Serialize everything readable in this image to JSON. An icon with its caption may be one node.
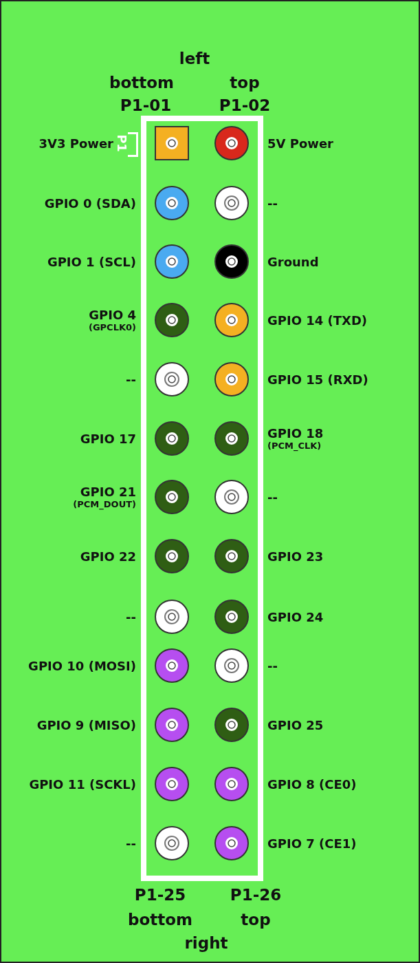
{
  "diagram": {
    "nodes": [
      {
        "text": [],
        "shape": "box",
        "beside": [
          "P1"
        ]
      },
      {
        "text": [],
        "shape": "box",
        "in": 0,
        "beside": [
          "3V3 Power"
        ]
      },
      {
        "text": [],
        "shape": "circle",
        "in": 0,
        "beside": [
          "5V Power"
        ]
      },
      {
        "text": [],
        "shape": "circle",
        "in": 0,
        "beside": [
          "GPIO 0 (SDA)"
        ]
      },
      {
        "text": [],
        "shape": "circle",
        "in": 0,
        "beside": [
          "--"
        ]
      },
      {
        "text": [],
        "shape": "circle",
        "in": 0,
        "beside": [
          "GPIO 1 (SCL)"
        ]
      },
      {
        "text": [],
        "shape": "circle",
        "in": 0,
        "beside": [
          "Ground"
        ]
      },
      {
        "text": [],
        "shape": "circle",
        "in": 0,
        "beside": [
          "GPIO 4",
          "(GPCLK0)"
        ]
      },
      {
        "text": [],
        "shape": "circle",
        "in": 0,
        "beside": [
          "GPIO 14 (TXD)"
        ]
      },
      {
        "text": [],
        "shape": "circle",
        "in": 0,
        "beside": [
          "--"
        ]
      },
      {
        "text": [],
        "shape": "circle",
        "in": 0,
        "beside": [
          "GPIO 15 (RXD)"
        ]
      },
      {
        "text": [],
        "shape": "circle",
        "in": 0,
        "beside": [
          "GPIO 17"
        ]
      },
      {
        "text": [],
        "shape": "circle",
        "in": 0,
        "beside": [
          "GPIO 18",
          "(PCM_CLK)"
        ]
      },
      {
        "text": [],
        "shape": "circle",
        "in": 0,
        "beside": [
          "GPIO 21",
          "(PCM_DOUT)"
        ]
      },
      {
        "text": [],
        "shape": "circle",
        "in": 0,
        "beside": [
          "--"
        ]
      },
      {
        "text": [],
        "shape": "circle",
        "in": 0,
        "beside": [
          "GPIO 22"
        ]
      },
      {
        "text": [],
        "shape": "circle",
        "in": 0,
        "beside": [
          "GPIO 23"
        ]
      },
      {
        "text": [],
        "shape": "circle",
        "in": 0,
        "beside": [
          "--"
        ]
      },
      {
        "text": [],
        "shape": "circle",
        "in": 0,
        "beside": [
          "GPIO 24"
        ]
      },
      {
        "text": [],
        "shape": "circle",
        "in": 0,
        "beside": [
          "GPIO 10 (MOSI)"
        ]
      },
      {
        "text": [],
        "shape": "circle",
        "in": 0,
        "beside": [
          "--"
        ]
      },
      {
        "text": [],
        "shape": "circle",
        "in": 0,
        "beside": [
          "GPIO 9 (MISO)"
        ]
      },
      {
        "text": [],
        "shape": "circle",
        "in": 0,
        "beside": [
          "GPIO 25"
        ]
      },
      {
        "text": [],
        "shape": "circle",
        "in": 0,
        "beside": [
          "GPIO 11 (SCKL)"
        ]
      },
      {
        "text": [],
        "shape": "circle",
        "in": 0,
        "beside": [
          "GPIO 8 (CE0)"
        ]
      },
      {
        "text": [],
        "shape": "circle",
        "in": 0,
        "beside": [
          "--"
        ]
      },
      {
        "text": [],
        "shape": "circle",
        "in": 0,
        "beside": [
          "GPIO 7 (CE1)"
        ]
      }
    ],
    "labels": [
      "left",
      "bottom",
      "top",
      "P1-01",
      "P1-02",
      "P1-25",
      "P1-26",
      "bottom",
      "top",
      "right"
    ]
  }
}
